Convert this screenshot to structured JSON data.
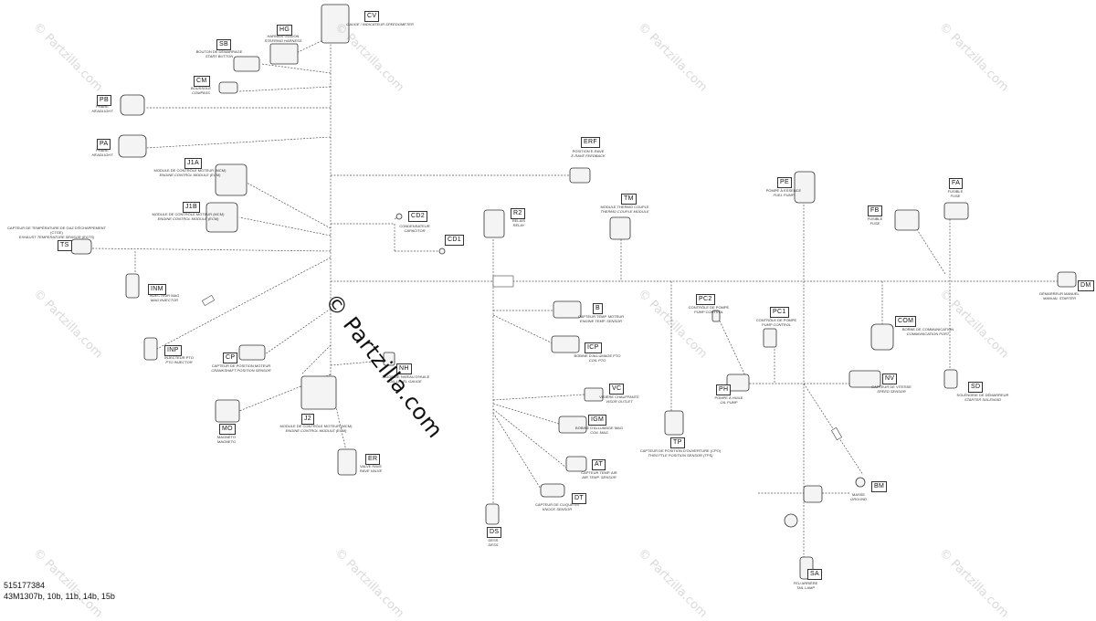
{
  "watermark": {
    "small": "© Partzilla.com",
    "big": "© Partzilla.com"
  },
  "footer": {
    "part_number": "515177384",
    "models": "43M1307b, 10b, 11b, 14b, 15b"
  },
  "connectors": [
    {
      "code": "CV",
      "fr": "",
      "en": "GAUGE / INDICATEUR SPEEDOMETER"
    },
    {
      "code": "HG",
      "fr": "HARNAIS GUIDON",
      "en": "STEERING HARNESS"
    },
    {
      "code": "SB",
      "fr": "BOUTON DE DÉMARRAGE",
      "en": "START BUTTON"
    },
    {
      "code": "CM",
      "fr": "BOUSSOLE",
      "en": "COMPASS"
    },
    {
      "code": "PB",
      "fr": "PHARE",
      "en": "HEADLIGHT"
    },
    {
      "code": "PA",
      "fr": "PHARE",
      "en": "HEADLIGHT"
    },
    {
      "code": "J1A",
      "fr": "MODULE DE CONTRÔLE MOTEUR (MCM)",
      "en": "ENGINE CONTROL MODULE (ECM)"
    },
    {
      "code": "J1B",
      "fr": "MODULE DE CONTRÔLE MOTEUR (MCM)",
      "en": "ENGINE CONTROL MODULE (ECM)"
    },
    {
      "code": "TS",
      "fr": "CAPTEUR DE TEMPÉRATURE DE GAZ D'ÉCHAPPEMENT (CTGE)",
      "en": "EXHAUST TEMPERATURE SENSOR (EGTS)"
    },
    {
      "code": "INM",
      "fr": "INJECTEUR MAG",
      "en": "MAG INJECTOR"
    },
    {
      "code": "INP",
      "fr": "INJECTEUR PTO",
      "en": "PTO INJECTOR"
    },
    {
      "code": "CP",
      "fr": "CAPTEUR DE POSITION MOTEUR",
      "en": "CRANKSHAFT POSITION SENSOR"
    },
    {
      "code": "MO",
      "fr": "MAGNÉTO",
      "en": "MAGNETO"
    },
    {
      "code": "J2",
      "fr": "MODULE DE CONTRÔLE MOTEUR (MCM)",
      "en": "ENGINE CONTROL MODULE (ECM)"
    },
    {
      "code": "NH",
      "fr": "JAUGE DE NIVEAU D'HUILE",
      "en": "OIL LEVEL GAUGE"
    },
    {
      "code": "ER",
      "fr": "VALVE RAVE",
      "en": "RAVE VALVE"
    },
    {
      "code": "CD2",
      "fr": "CONDENSATEUR",
      "en": "CAPACITOR"
    },
    {
      "code": "CD1",
      "fr": "",
      "en": ""
    },
    {
      "code": "ERF",
      "fr": "POSITION E-RAVE",
      "en": "E-RAVE FEEDBACK"
    },
    {
      "code": "R2",
      "fr": "RELAIS",
      "en": "RELAY"
    },
    {
      "code": "TM",
      "fr": "MODULE THERMO COUPLE",
      "en": "THERMO COUPLE MODULE"
    },
    {
      "code": "B",
      "fr": "CAPTEUR TEMP. MOTEUR",
      "en": "ENGINE TEMP. SENSOR"
    },
    {
      "code": "ICP",
      "fr": "BOBINE D'ALLUMAGE PTO",
      "en": "COIL PTO"
    },
    {
      "code": "VC",
      "fr": "VISIÈRE CHAUFFANTE",
      "en": "VISOR OUTLET"
    },
    {
      "code": "IGM",
      "fr": "BOBINE D'ALLUMAGE MAG",
      "en": "COIL MAG"
    },
    {
      "code": "AT",
      "fr": "CAPTEUR TEMP. AIR",
      "en": "AIR TEMP. SENSOR"
    },
    {
      "code": "DT",
      "fr": "CAPTEUR DE CLIQUETIS",
      "en": "KNOCK SENSOR"
    },
    {
      "code": "DS",
      "fr": "DESS",
      "en": "DESS"
    },
    {
      "code": "PE",
      "fr": "POMPE À ESSENCE",
      "en": "FUEL PUMP"
    },
    {
      "code": "FA",
      "fr": "FUSIBLE",
      "en": "FUSE"
    },
    {
      "code": "FB",
      "fr": "FUSIBLE",
      "en": "FUSE"
    },
    {
      "code": "DM",
      "fr": "DÉMARREUR MANUEL",
      "en": "MANUAL STARTER"
    },
    {
      "code": "PC2",
      "fr": "CONTRÔLE DE POMPE",
      "en": "PUMP CONTROL"
    },
    {
      "code": "PC1",
      "fr": "CONTRÔLE DE POMPE",
      "en": "PUMP CONTROL"
    },
    {
      "code": "COM",
      "fr": "BORNE DE COMMUNICATION",
      "en": "COMMUNICATION PORT"
    },
    {
      "code": "NV",
      "fr": "CAPTEUR DE VITESSE",
      "en": "SPEED SENSOR"
    },
    {
      "code": "SD",
      "fr": "SOLÉNOÏDE DE DÉMARREUR",
      "en": "STARTER SOLENOID"
    },
    {
      "code": "PH",
      "fr": "POMPE À HUILE",
      "en": "OIL PUMP"
    },
    {
      "code": "TP",
      "fr": "CAPTEUR DE POSITION D'OUVERTURE (CPO)",
      "en": "THROTTLE POSITION SENSOR (TPS)"
    },
    {
      "code": "BM",
      "fr": "MASSE",
      "en": "GROUND"
    },
    {
      "code": "SA",
      "fr": "FEU ARRIÈRE",
      "en": "TAIL LAMP"
    }
  ]
}
